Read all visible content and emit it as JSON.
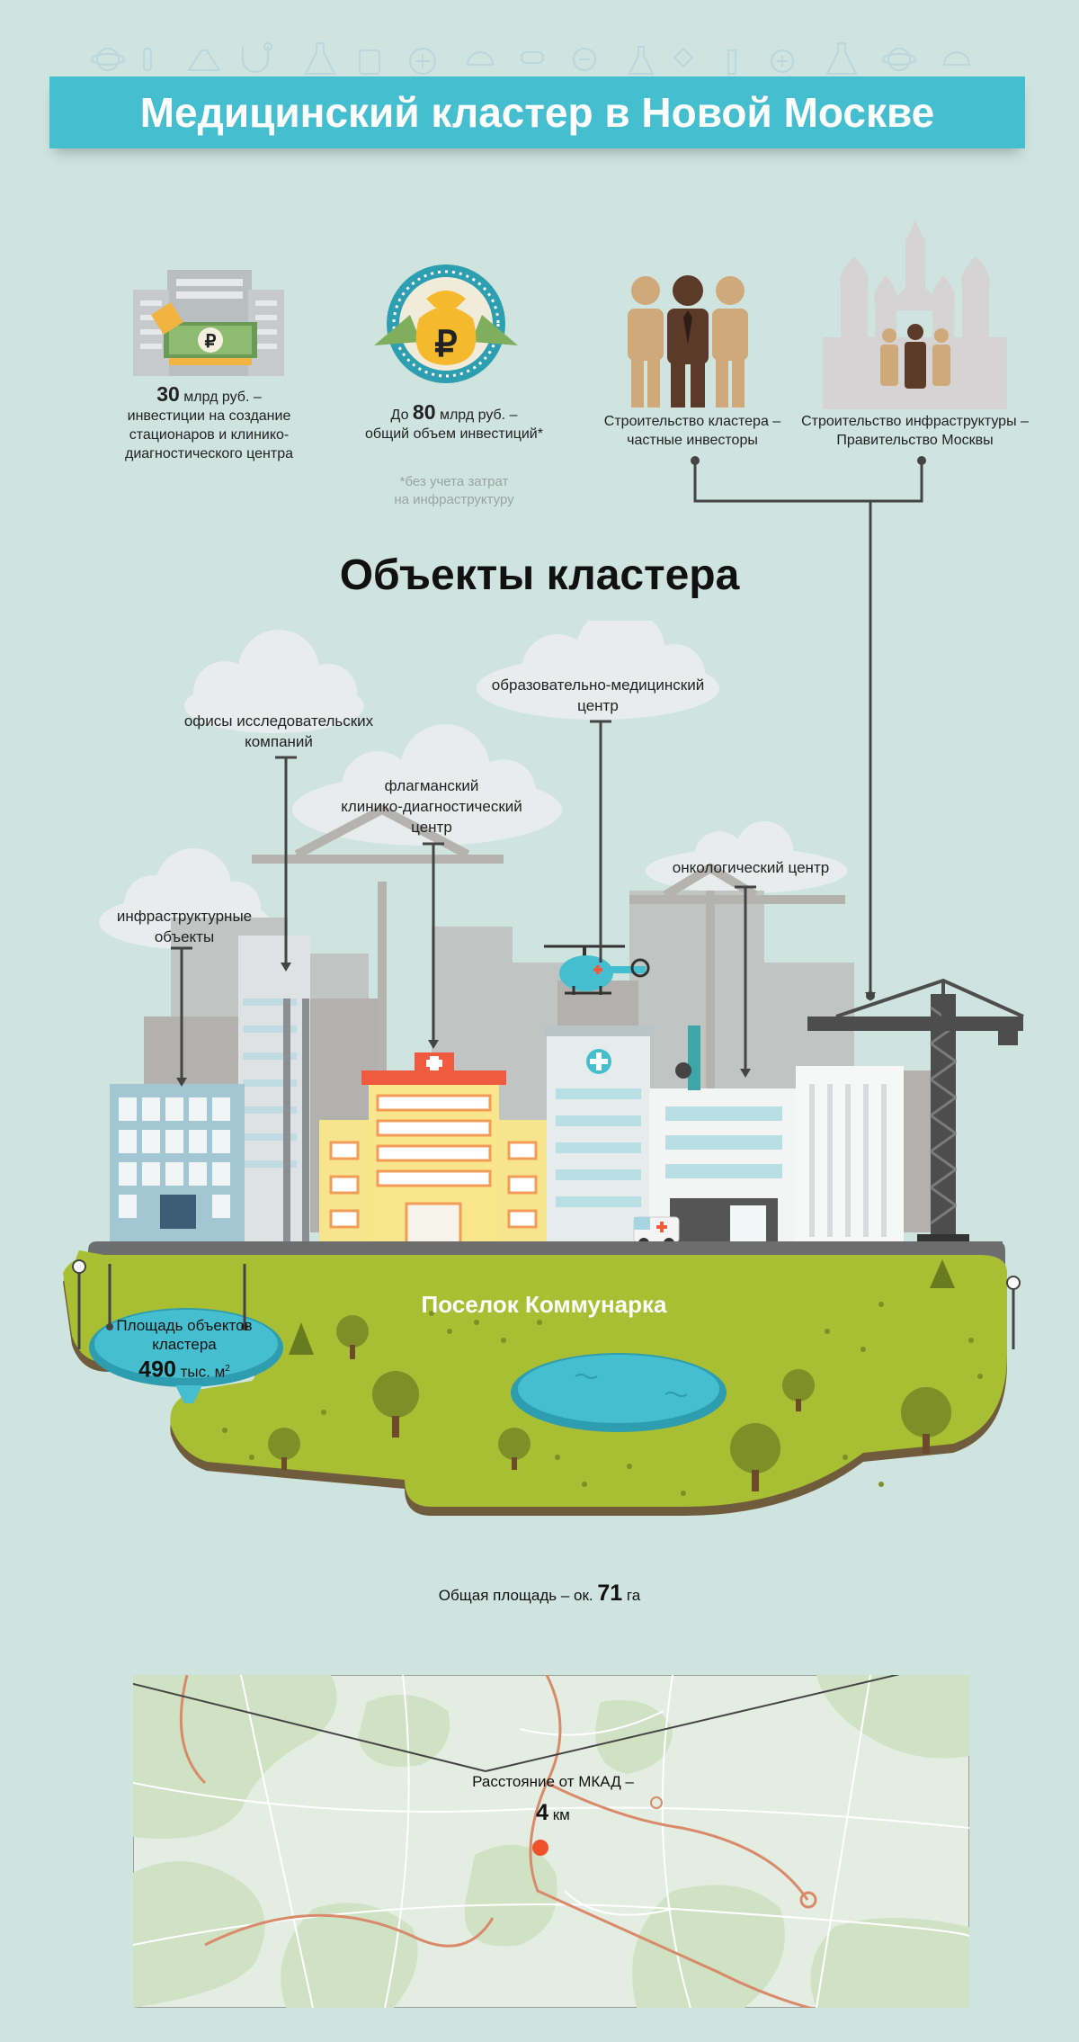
{
  "header": {
    "title": "Медицинский кластер в Новой Москве"
  },
  "stats": [
    {
      "prefix": "",
      "number": "30",
      "suffix": " млрд руб. –",
      "line2": "инвестиции на создание",
      "line3": "стационаров и клинико-",
      "line4": "диагностического центра"
    },
    {
      "prefix": "До ",
      "number": "80",
      "suffix": " млрд руб. –",
      "line2": "общий объем инвестиций*"
    },
    {
      "line1": "Строительство кластера –",
      "line2": "частные инвесторы"
    },
    {
      "line1": "Строительство инфраструктуры –",
      "line2": "Правительство Москвы"
    }
  ],
  "footnote": {
    "line1": "*без учета затрат",
    "line2": "на инфраструктуру"
  },
  "section": {
    "title": "Объекты кластера"
  },
  "objects": [
    {
      "line1": "инфраструктурные",
      "line2": "объекты"
    },
    {
      "line1": "офисы исследовательских",
      "line2": "компаний"
    },
    {
      "line1": "флагманский",
      "line2": "клинико-диагностический",
      "line3": "центр"
    },
    {
      "line1": "образовательно-медицинский",
      "line2": "центр"
    },
    {
      "line1": "онкологический центр"
    }
  ],
  "village": {
    "name": "Поселок Коммунарка"
  },
  "cluster_area": {
    "line1": "Площадь объектов",
    "line2": "кластера",
    "number": "490",
    "unit": "тыс. м",
    "sup": "2"
  },
  "total_area": {
    "prefix": "Общая площадь – ок. ",
    "number": "71",
    "unit": " га"
  },
  "distance": {
    "label": "Расстояние от МКАД –",
    "number": "4",
    "unit": " км"
  },
  "colors": {
    "banner": "#45bfd0",
    "background": "#cfe3df",
    "grass": "#a8bf34",
    "water": "#45bfd0",
    "road": "#6d6d6d",
    "marker": "#f0532c"
  },
  "icons": [
    "ruble-buildings-icon",
    "money-bag-ruble-icon",
    "investors-people-icon",
    "kremlin-government-icon",
    "helicopter-icon",
    "ambulance-icon",
    "crane-icon"
  ]
}
